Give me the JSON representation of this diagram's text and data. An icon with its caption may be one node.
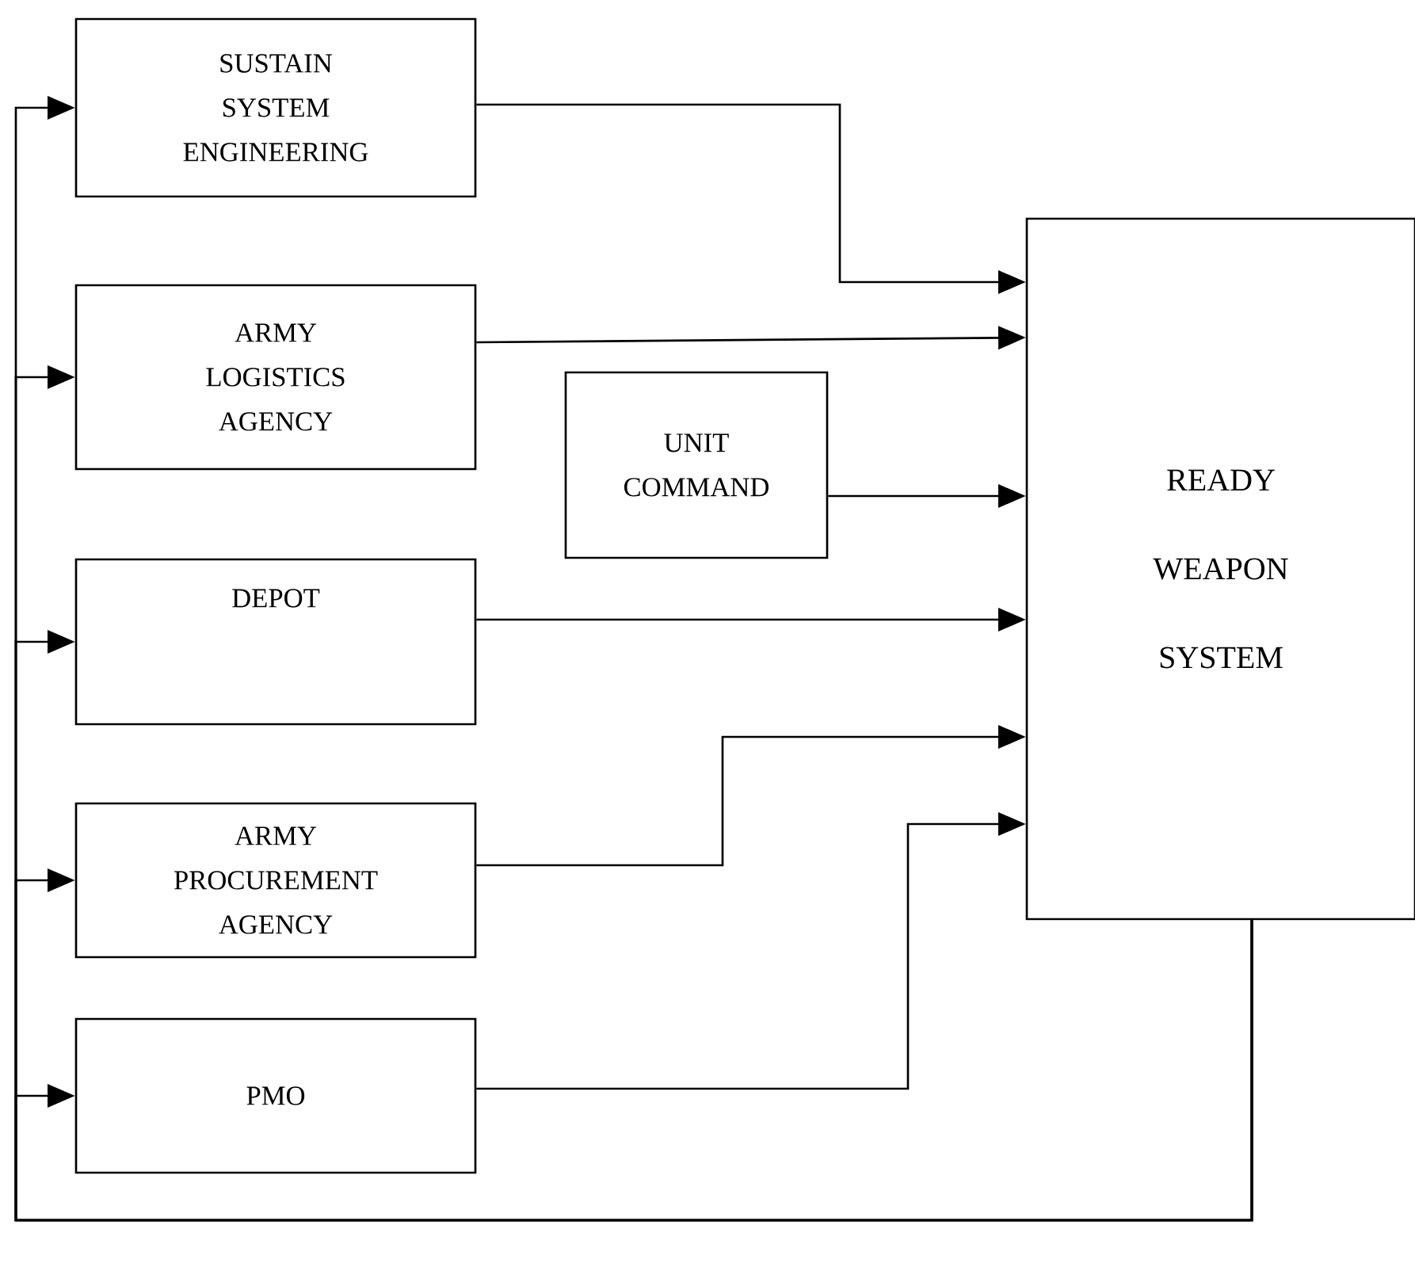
{
  "diagram": {
    "nodes": [
      {
        "text": [
          "SUSTAIN SYSTEM ENGINEERING"
        ]
      },
      {
        "text": [
          "ARMY LOGISTICS AGENCY"
        ]
      },
      {
        "text": [
          "DEPOT"
        ]
      },
      {
        "text": [
          "ARMY PROCUREMENT AGENCY"
        ]
      },
      {
        "text": [
          "PMO"
        ]
      },
      {
        "text": [
          "UNIT COMMAND"
        ]
      },
      {
        "text": [
          "READY WEAPON SYSTEM"
        ]
      }
    ],
    "edges": [
      {
        "from": 0,
        "to": 6,
        "arrow": "to"
      },
      {
        "from": 1,
        "to": 6,
        "arrow": "to"
      },
      {
        "from": 5,
        "to": 6,
        "arrow": "to"
      },
      {
        "from": 2,
        "to": 6,
        "arrow": "to"
      },
      {
        "from": 3,
        "to": 6,
        "arrow": "to"
      },
      {
        "from": 4,
        "to": 6,
        "arrow": "to"
      },
      {
        "from": 6,
        "to": 0,
        "arrow": "to"
      },
      {
        "from": 6,
        "to": 1,
        "arrow": "to"
      },
      {
        "from": 6,
        "to": 2,
        "arrow": "to"
      },
      {
        "from": 6,
        "to": 3,
        "arrow": "to"
      },
      {
        "from": 6,
        "to": 4,
        "arrow": "to"
      }
    ]
  }
}
